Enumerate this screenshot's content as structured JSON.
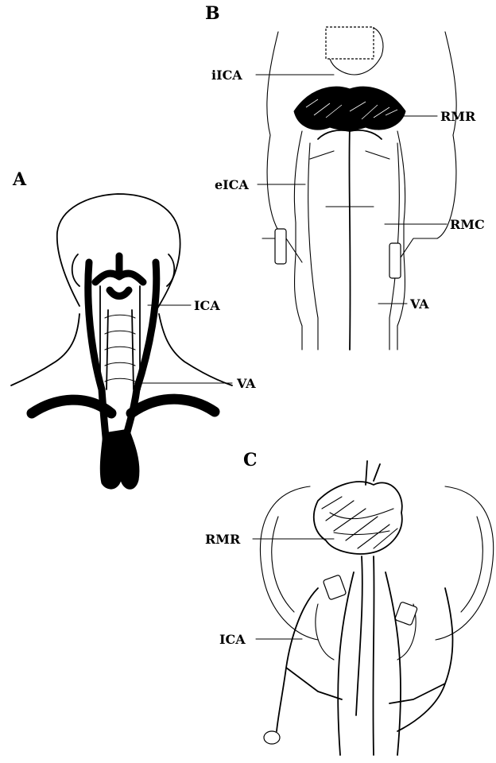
{
  "panels": {
    "A": {
      "letter": "A",
      "labels": {
        "ica": "ICA",
        "va": "VA"
      }
    },
    "B": {
      "letter": "B",
      "labels": {
        "iica": "iICA",
        "rmr": "RMR",
        "eica": "eICA",
        "rmc": "RMC",
        "va": "VA"
      }
    },
    "C": {
      "letter": "C",
      "labels": {
        "rmr": "RMR",
        "ica": "ICA"
      }
    }
  }
}
